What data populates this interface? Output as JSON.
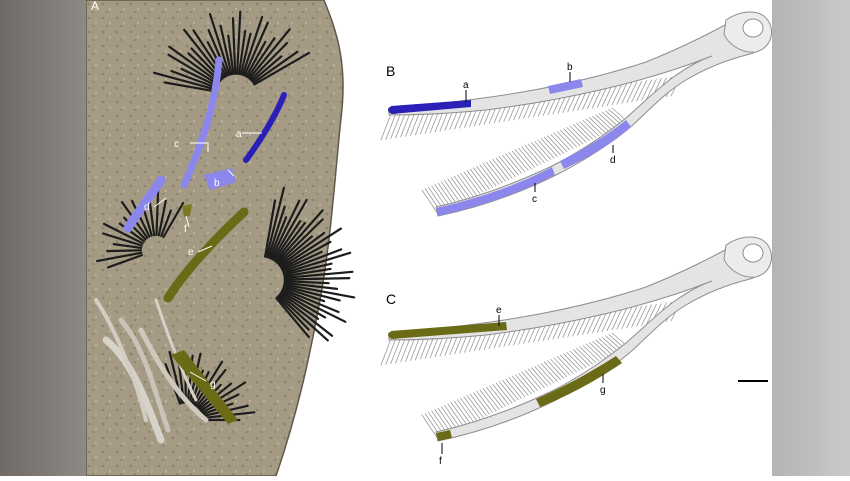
{
  "figure": {
    "panels": {
      "a": "A",
      "b": "B",
      "c": "C"
    },
    "labels": {
      "photo": [
        "a",
        "b",
        "c",
        "d",
        "e",
        "f",
        "g"
      ],
      "panel_b": [
        "a",
        "b",
        "c",
        "d"
      ],
      "panel_c": [
        "e",
        "f",
        "g"
      ]
    },
    "colors": {
      "dark_blue": "#2a20b8",
      "light_blue": "#8c87ec",
      "olive": "#6b6a16",
      "rock": "#a59b85",
      "feather": "#1c1c1c",
      "bone_outline": "#8e8e8e",
      "bone_fill": "#e4e4e4"
    },
    "icons": [
      "scale-bar-icon"
    ]
  }
}
